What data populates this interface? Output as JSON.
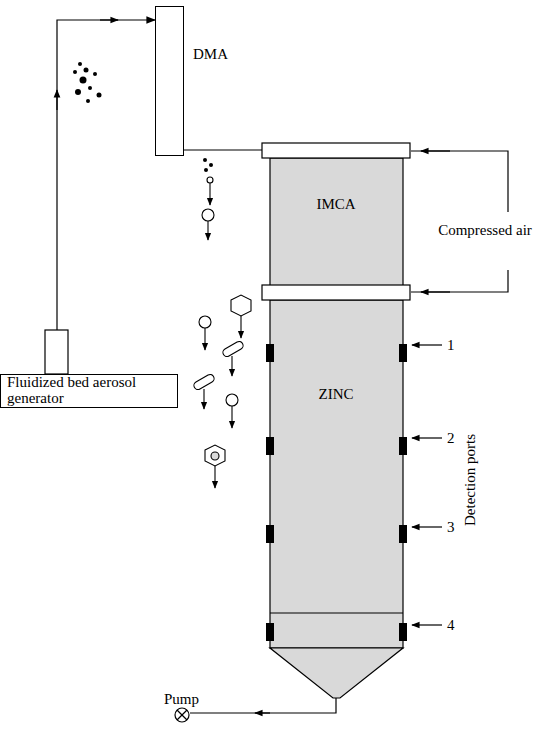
{
  "diagram": {
    "nodes": [
      {
        "text": [
          "Fluidized bed aerosol generator"
        ]
      },
      {
        "text": [
          "DMA"
        ]
      },
      {
        "text": [
          "IMCA"
        ]
      },
      {
        "text": [
          "ZINC"
        ]
      }
    ],
    "edges": [
      {
        "from": 0,
        "to": 1,
        "arrow": "to"
      },
      {
        "from": 1,
        "to": 2,
        "arrow": "none"
      }
    ],
    "labels": [
      "Compressed air",
      "1",
      "2",
      "3",
      "4",
      "Detection ports",
      "Pump"
    ]
  }
}
